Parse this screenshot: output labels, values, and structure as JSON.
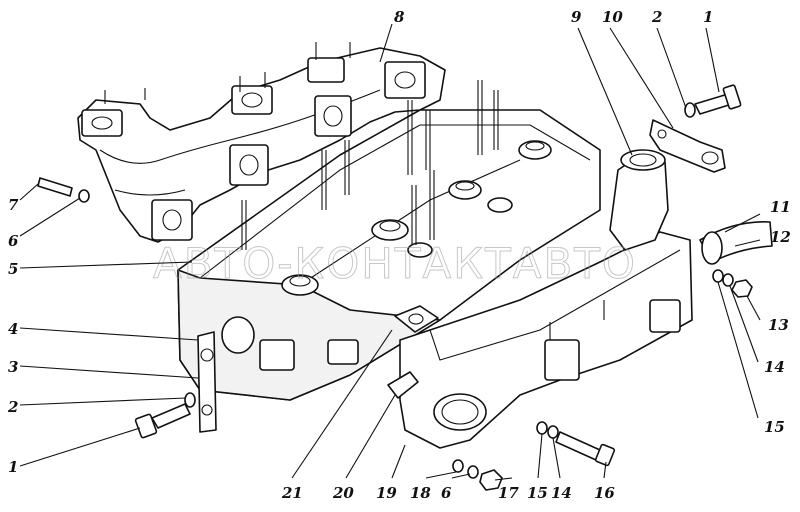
{
  "watermark": "АВТО-КОНТАКТАВТО",
  "callouts": [
    {
      "id": "c8",
      "label": "8"
    },
    {
      "id": "c9",
      "label": "9"
    },
    {
      "id": "c10",
      "label": "10"
    },
    {
      "id": "c2a",
      "label": "2"
    },
    {
      "id": "c1a",
      "label": "1"
    },
    {
      "id": "c7",
      "label": "7"
    },
    {
      "id": "c6a",
      "label": "6"
    },
    {
      "id": "c11",
      "label": "11"
    },
    {
      "id": "c12",
      "label": "12"
    },
    {
      "id": "c5",
      "label": "5"
    },
    {
      "id": "c13",
      "label": "13"
    },
    {
      "id": "c4",
      "label": "4"
    },
    {
      "id": "c14a",
      "label": "14"
    },
    {
      "id": "c3",
      "label": "3"
    },
    {
      "id": "c15a",
      "label": "15"
    },
    {
      "id": "c2b",
      "label": "2"
    },
    {
      "id": "c1b",
      "label": "1"
    },
    {
      "id": "c21",
      "label": "21"
    },
    {
      "id": "c20",
      "label": "20"
    },
    {
      "id": "c19",
      "label": "19"
    },
    {
      "id": "c18",
      "label": "18"
    },
    {
      "id": "c6b",
      "label": "6"
    },
    {
      "id": "c17",
      "label": "17"
    },
    {
      "id": "c15b",
      "label": "15"
    },
    {
      "id": "c14b",
      "label": "14"
    },
    {
      "id": "c16",
      "label": "16"
    }
  ]
}
